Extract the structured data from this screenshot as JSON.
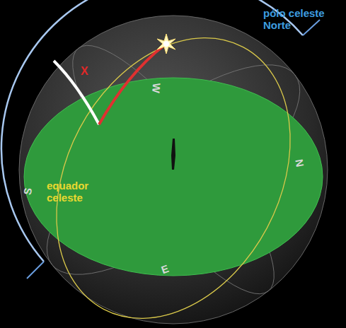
{
  "diagram": {
    "labels": [
      "pólo celeste Norte",
      "equador celeste",
      "X",
      "W",
      "N",
      "S",
      "E"
    ]
  }
}
